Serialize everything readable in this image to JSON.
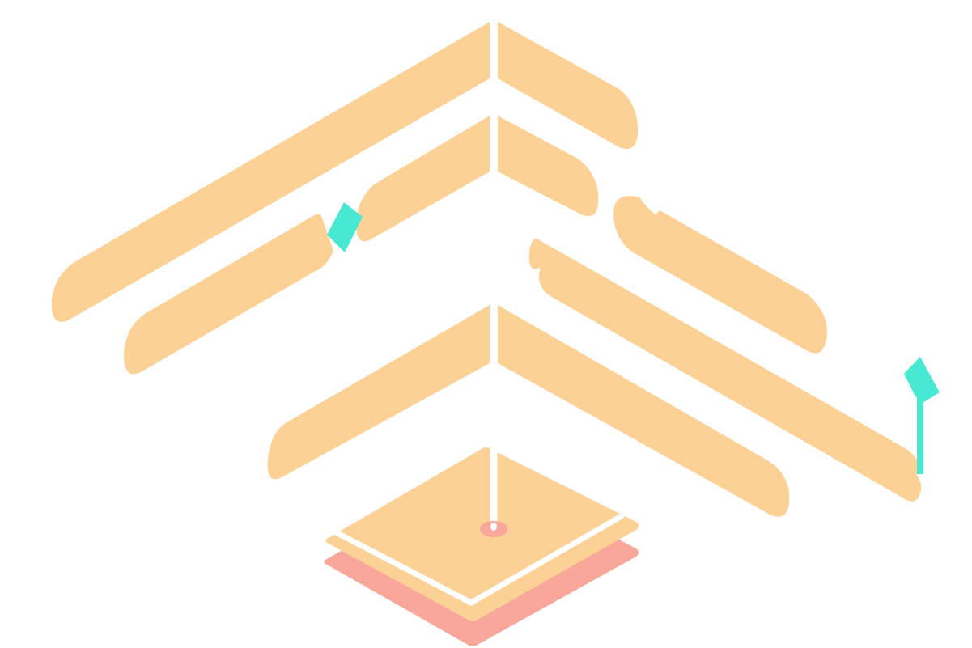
{
  "scene": {
    "background": "#ffffff",
    "colors": {
      "path": "#fbd196",
      "base_shadow": "#f9a69b",
      "hole": "#f9a69b",
      "gate": "#47e9d2",
      "flag": "#47e9d2",
      "gap": "#ffffff"
    },
    "pieces": [
      {
        "name": "top-left-ramp"
      },
      {
        "name": "top-right-ramp"
      },
      {
        "name": "middle-upper-left-ramp"
      },
      {
        "name": "middle-upper-right-ramp"
      },
      {
        "name": "middle-lower-left-ramp"
      },
      {
        "name": "right-upper-ramp"
      },
      {
        "name": "right-long-ramp"
      },
      {
        "name": "lower-left-ramp"
      },
      {
        "name": "lower-right-ramp"
      }
    ],
    "gate": {
      "name": "teal-gate"
    },
    "flag": {
      "name": "goal-flag"
    },
    "base": {
      "name": "square-base"
    },
    "hole": {
      "name": "target-hole"
    }
  }
}
